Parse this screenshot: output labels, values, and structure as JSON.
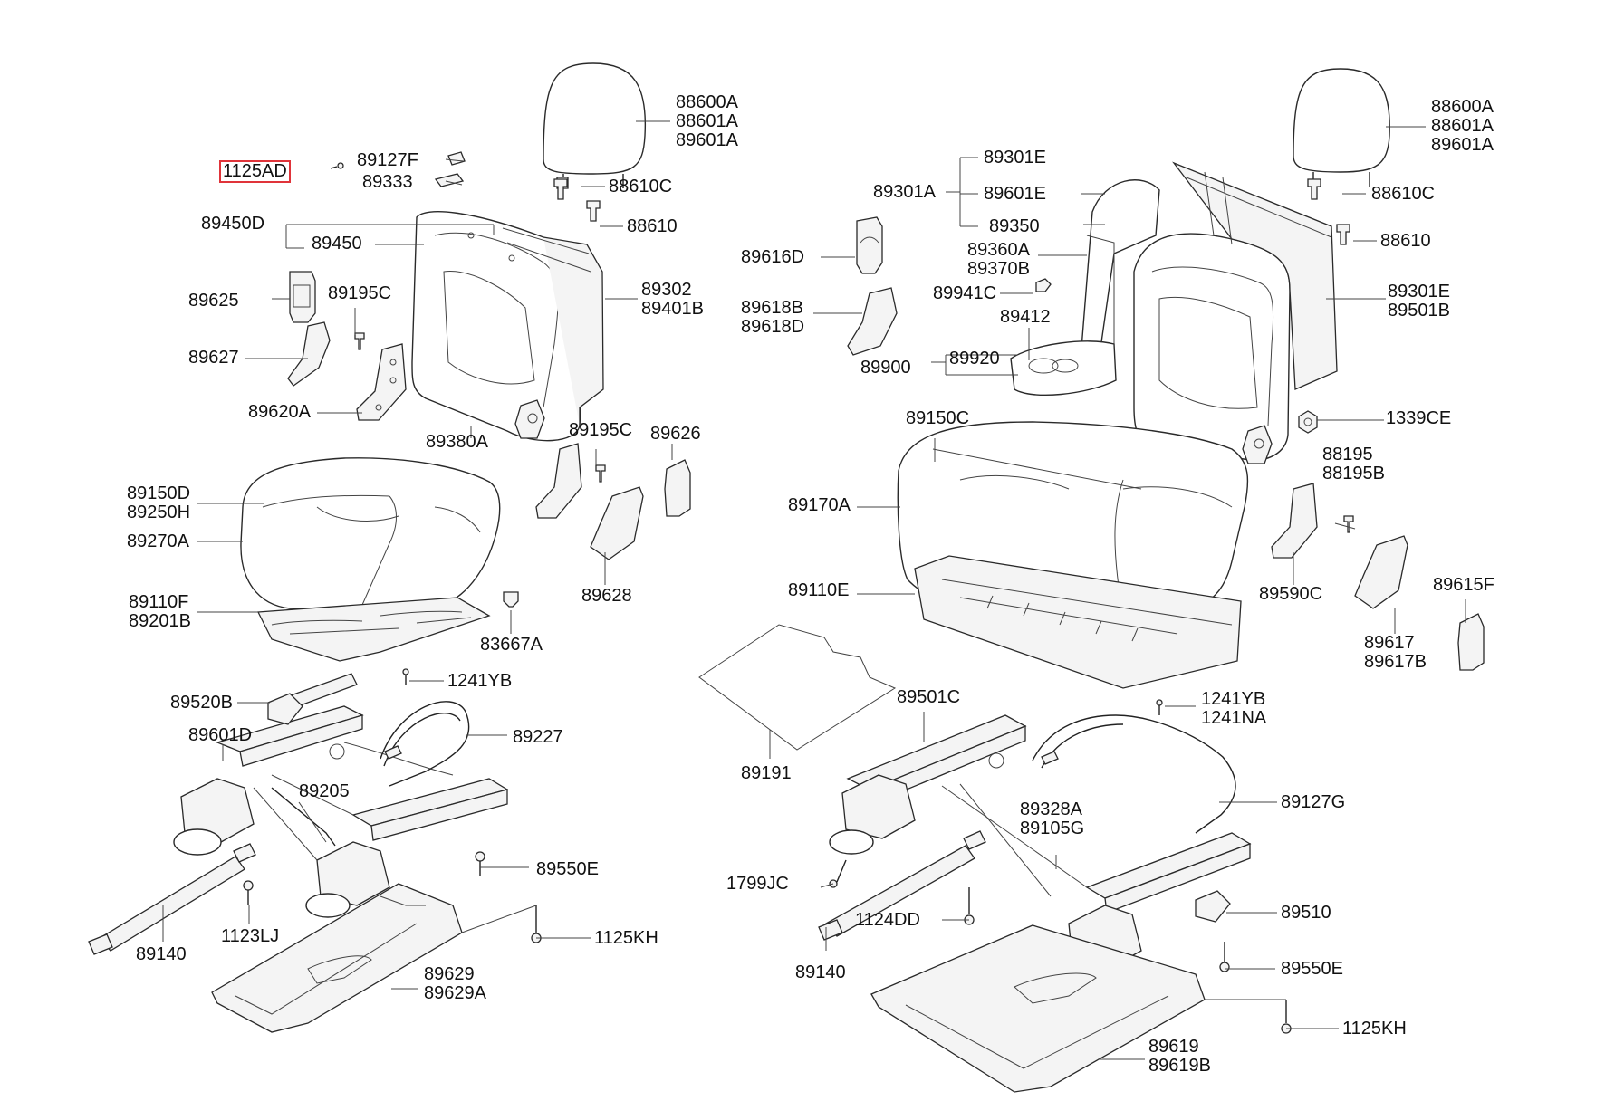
{
  "diagram": {
    "highlight_color": "#e0343a",
    "labels": {
      "l1125AD": "1125AD",
      "l89127F": "89127F",
      "l89333": "89333",
      "l88600A_left": [
        "88600A",
        "88601A",
        "89601A"
      ],
      "l88610C_left": "88610C",
      "l89450D": "89450D",
      "l89450": "89450",
      "l88610_left": "88610",
      "l89302": [
        "89302",
        "89401B"
      ],
      "l89625": "89625",
      "l89195C_a": "89195C",
      "l89627": "89627",
      "l89620A": "89620A",
      "l89380A": "89380A",
      "l89195C_b": "89195C",
      "l89626": "89626",
      "l89150D": [
        "89150D",
        "89250H"
      ],
      "l89270A": "89270A",
      "l89110F": [
        "89110F",
        "89201B"
      ],
      "l89628": "89628",
      "l83667A": "83667A",
      "l1241YB_left": "1241YB",
      "l89520B": "89520B",
      "l89601D": "89601D",
      "l89227": "89227",
      "l89205": "89205",
      "l89550E_left": "89550E",
      "l1123LJ": "1123LJ",
      "l1125KH_left": "1125KH",
      "l89140_left": "89140",
      "l89629": [
        "89629",
        "89629A"
      ],
      "l88600A_right": [
        "88600A",
        "88601A",
        "89601A"
      ],
      "l89301E_top": "89301E",
      "l89301A": "89301A",
      "l89601E": "89601E",
      "l89350": "89350",
      "l88610C_right": "88610C",
      "l88610_right": "88610",
      "l89360A": [
        "89360A",
        "89370B"
      ],
      "l89616D": "89616D",
      "l89941C": "89941C",
      "l89412": "89412",
      "l89301E_mid": [
        "89301E",
        "89501B"
      ],
      "l89618B": [
        "89618B",
        "89618D"
      ],
      "l89900": "89900",
      "l89920": "89920",
      "l89150C": "89150C",
      "l1339CE": "1339CE",
      "l88195": [
        "88195",
        "88195B"
      ],
      "l89170A": "89170A",
      "l89110E": "89110E",
      "l89590C": "89590C",
      "l89615F": "89615F",
      "l89617": [
        "89617",
        "89617B"
      ],
      "l89501C": "89501C",
      "l1241YB_right": [
        "1241YB",
        "1241NA"
      ],
      "l89191": "89191",
      "l89127G": "89127G",
      "l89328A": [
        "89328A",
        "89105G"
      ],
      "l1799JC": "1799JC",
      "l1124DD": "1124DD",
      "l89510": "89510",
      "l89140_right": "89140",
      "l89550E_right": "89550E",
      "l1125KH_right": "1125KH",
      "l89619": [
        "89619",
        "89619B"
      ]
    }
  }
}
